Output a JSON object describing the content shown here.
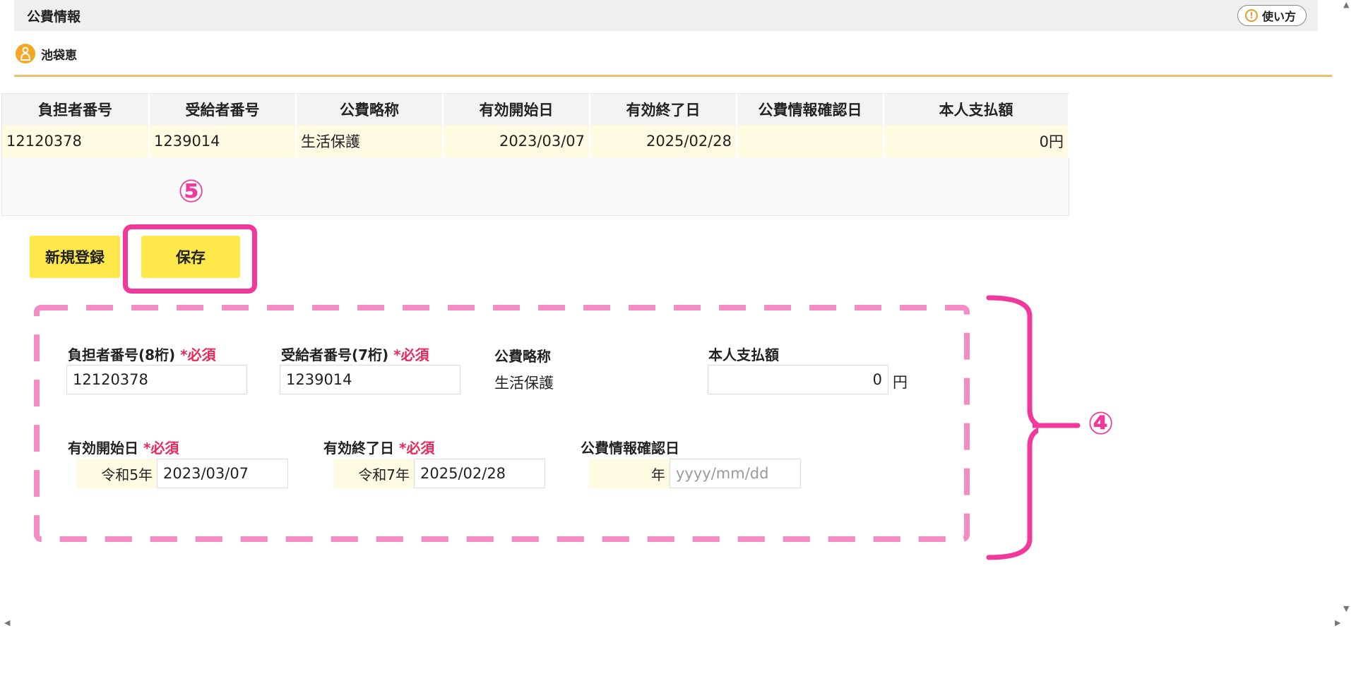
{
  "header": {
    "title": "公費情報",
    "help_label": "使い方"
  },
  "user": {
    "name": "池袋恵"
  },
  "table": {
    "columns": [
      "負担者番号",
      "受給者番号",
      "公費略称",
      "有効開始日",
      "有効終了日",
      "公費情報確認日",
      "本人支払額"
    ],
    "rows": [
      [
        "12120378",
        "1239014",
        "生活保護",
        "2023/03/07",
        "2025/02/28",
        "",
        "0円"
      ]
    ]
  },
  "annotations": {
    "save_marker": "⑤",
    "form_marker": "④"
  },
  "buttons": {
    "new_label": "新規登録",
    "save_label": "保存"
  },
  "form": {
    "burden_no": {
      "label": "負担者番号(8桁)",
      "required": "*必須",
      "value": "12120378"
    },
    "recipient_no": {
      "label": "受給者番号(7桁)",
      "required": "*必須",
      "value": "1239014"
    },
    "abbrev": {
      "label": "公費略称",
      "value": "生活保護"
    },
    "payment": {
      "label": "本人支払額",
      "value": "0",
      "unit": "円"
    },
    "start_date": {
      "label": "有効開始日",
      "required": "*必須",
      "era": "令和5年",
      "value": "2023/03/07"
    },
    "end_date": {
      "label": "有効終了日",
      "required": "*必須",
      "era": "令和7年",
      "value": "2025/02/28"
    },
    "confirm_date": {
      "label": "公費情報確認日",
      "era": "年",
      "placeholder": "yyyy/mm/dd"
    }
  },
  "colors": {
    "accent_pink": "#f0399a",
    "button_yellow": "#ffe84a",
    "required_red": "#e8285a",
    "rule_gold": "#e6c36a"
  }
}
